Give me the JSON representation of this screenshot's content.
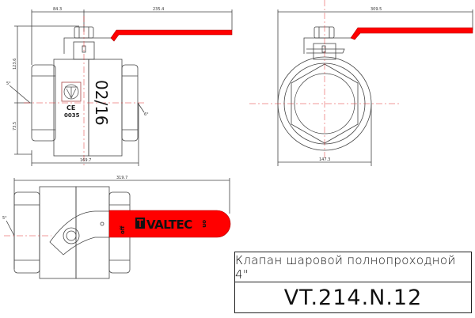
{
  "colors": {
    "handle_red": "#ff0000",
    "line": "#444444",
    "centerline": "#e03030",
    "background": "#ffffff"
  },
  "front_view": {
    "dim_top_left": "84.3",
    "dim_top_right": "235.4",
    "dim_left_upper": "123.6",
    "dim_left_lower": "73.5",
    "dim_bottom": "169.7",
    "angle_left": "5°",
    "angle_right": "6°",
    "body_marking": "02/16",
    "ce_mark": "CE",
    "ce_number": "0035",
    "logo_icon": "valtec-v-icon"
  },
  "side_view": {
    "dim_top": "309.5",
    "dim_bottom": "147.3"
  },
  "top_view": {
    "dim_top": "319.7",
    "angle_left": "5°",
    "handle_brand": "VALTEC",
    "handle_off_label": "off",
    "handle_on_label": "on"
  },
  "title_block": {
    "name": "Клапан шаровой полнопроходной 4\"",
    "code": "VT.214.N.12"
  }
}
